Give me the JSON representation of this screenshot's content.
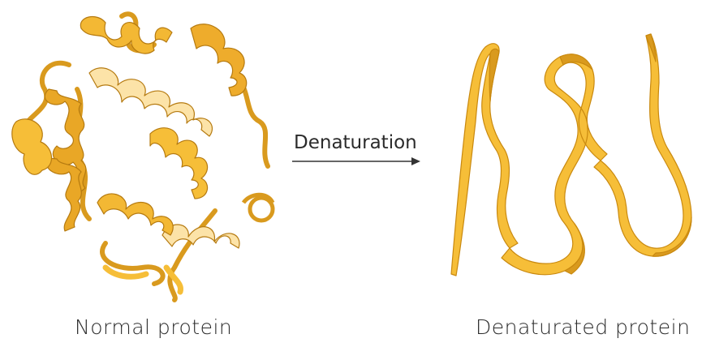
{
  "labels": {
    "left": "Normal protein",
    "right": "Denaturated protein",
    "arrow": "Denaturation"
  },
  "colors": {
    "ribbon_front": "#F6BE38",
    "ribbon_back": "#D99A1E",
    "ribbon_light": "#FCE3A8",
    "outline": "#B57A10",
    "arrow": "#333333"
  }
}
